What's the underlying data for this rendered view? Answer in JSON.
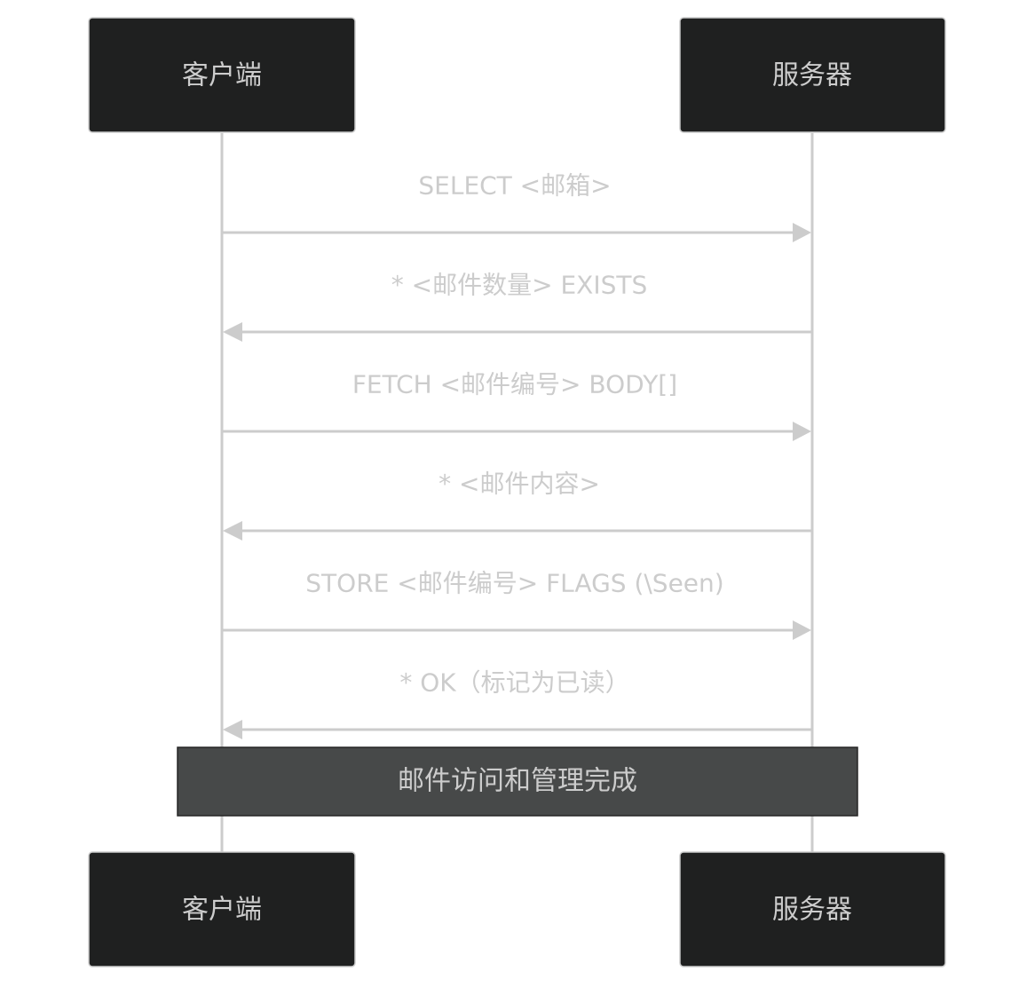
{
  "diagram": {
    "type": "sequence",
    "actors": [
      {
        "id": "client",
        "label": "客户端"
      },
      {
        "id": "server",
        "label": "服务器"
      }
    ],
    "messages": [
      {
        "from": "client",
        "to": "server",
        "label": "SELECT <邮箱>"
      },
      {
        "from": "server",
        "to": "client",
        "label": "* <邮件数量> EXISTS"
      },
      {
        "from": "client",
        "to": "server",
        "label": "FETCH <邮件编号> BODY[]"
      },
      {
        "from": "server",
        "to": "client",
        "label": "* <邮件内容>"
      },
      {
        "from": "client",
        "to": "server",
        "label": "STORE <邮件编号> FLAGS (\\Seen)"
      },
      {
        "from": "server",
        "to": "client",
        "label": "* OK（标记为已读）"
      }
    ],
    "note": {
      "over": [
        "client",
        "server"
      ],
      "label": "邮件访问和管理完成"
    },
    "colors": {
      "actor_fill": "#1f2020",
      "actor_border": "#cccccc",
      "line": "#cccccc",
      "text": "#cccccc",
      "note_fill": "#474949",
      "background": "#ffffff"
    }
  }
}
